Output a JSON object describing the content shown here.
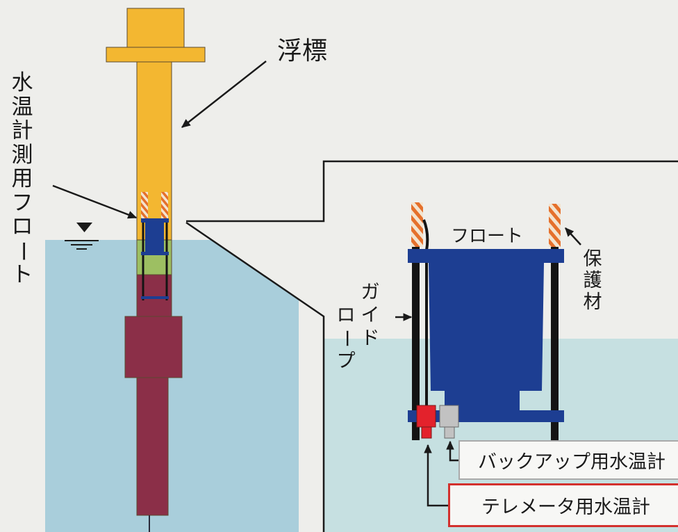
{
  "colors": {
    "paper": "#eeeeeb",
    "water_main": "#a9cedb",
    "water_inset": "#c6e0e1",
    "buoy_yellow": "#f3b731",
    "buoy_submerged": "#9dbf62",
    "buoy_maroon": "#8b2f48",
    "float_blue": "#1d3e92",
    "guide_black": "#141414",
    "sensor_red": "#e3222c",
    "sensor_gray": "#c2c2c2",
    "protect_orange": "#e5702b",
    "protect_light": "#f3e4cf",
    "line": "#1a1a1a",
    "text": "#1a1a1a",
    "backup_border": "#aaaaaa",
    "telemeter_border": "#d3302d",
    "box_fill": "#f7f7f5"
  },
  "icons": {
    "water_level": "water-level-icon"
  },
  "main_view": {
    "buoy_label": "浮標",
    "float_label": "水温計測用フロート"
  },
  "inset": {
    "float_label": "フロート",
    "protective_label": "保護材",
    "guide_rope_label": [
      "ガイド",
      "ロープ"
    ],
    "backup_thermometer_label": "バックアップ用水温計",
    "telemeter_thermometer_label": "テレメータ用水温計"
  }
}
